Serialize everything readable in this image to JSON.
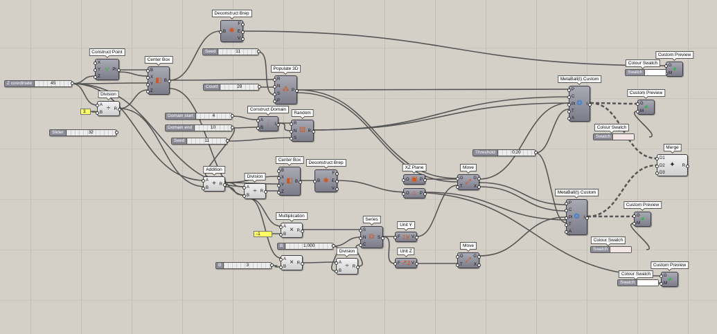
{
  "sliders": [
    {
      "id": "zcoord",
      "name": "Z coordinate",
      "value": "45"
    },
    {
      "id": "slider",
      "name": "Slider",
      "value": "32"
    },
    {
      "id": "seed1",
      "name": "Seed",
      "value": "11"
    },
    {
      "id": "count",
      "name": "Count",
      "value": "29"
    },
    {
      "id": "dstart",
      "name": "Domain start",
      "value": "4"
    },
    {
      "id": "dend",
      "name": "Domain end",
      "value": "10"
    },
    {
      "id": "seed2",
      "name": "Seed",
      "value": "11"
    },
    {
      "id": "threshold",
      "name": "Threshold",
      "value": "0.20"
    },
    {
      "id": "bstep",
      "name": "B",
      "value": "1.000"
    },
    {
      "id": "bthree",
      "name": "B",
      "value": "3"
    }
  ],
  "panels": [
    {
      "id": "p3",
      "value": "3"
    },
    {
      "id": "pm1",
      "value": "-1"
    }
  ],
  "components": [
    {
      "id": "decon1",
      "title": "Deconstruct Brep",
      "inputs": [
        "B"
      ],
      "outputs": [
        "F",
        "E",
        "V"
      ],
      "icon": "✺"
    },
    {
      "id": "cpt",
      "title": "Construct Point",
      "inputs": [
        "X",
        "Y",
        "Z"
      ],
      "outputs": [
        "Pt"
      ],
      "icon": "⋎"
    },
    {
      "id": "cbox1",
      "title": "Center Box",
      "inputs": [
        "B",
        "X",
        "Y",
        "Z"
      ],
      "outputs": [
        "B"
      ],
      "icon": "◧"
    },
    {
      "id": "div1",
      "title": "Division",
      "inputs": [
        "A",
        "B"
      ],
      "outputs": [
        "R"
      ],
      "icon": "÷",
      "light": true
    },
    {
      "id": "pop",
      "title": "Populate 3D",
      "inputs": [
        "R",
        "N",
        "S",
        "P"
      ],
      "outputs": [
        "P"
      ],
      "icon": "⁂"
    },
    {
      "id": "cdom",
      "title": "Construct Domain",
      "inputs": [
        "A",
        "B"
      ],
      "outputs": [
        "I"
      ],
      "icon": "⫶"
    },
    {
      "id": "rand",
      "title": "Random",
      "inputs": [
        "R",
        "N",
        "S"
      ],
      "outputs": [
        "R"
      ],
      "icon": "⚄"
    },
    {
      "id": "add",
      "title": "Addition",
      "inputs": [
        "A",
        "B"
      ],
      "outputs": [
        "R"
      ],
      "icon": "+",
      "light": true
    },
    {
      "id": "div2",
      "title": "Division",
      "inputs": [
        "A",
        "B"
      ],
      "outputs": [
        "R"
      ],
      "icon": "÷",
      "light": true
    },
    {
      "id": "cbox2",
      "title": "Center Box",
      "inputs": [
        "B",
        "X",
        "Y",
        "Z"
      ],
      "outputs": [
        "B"
      ],
      "icon": "◧"
    },
    {
      "id": "decon2",
      "title": "Deconstruct Brep",
      "inputs": [
        "B"
      ],
      "outputs": [
        "F",
        "E",
        "V"
      ],
      "icon": "✺"
    },
    {
      "id": "xz",
      "title": "XZ Plane",
      "inputs": [
        "O"
      ],
      "outputs": [
        "P"
      ],
      "icon": "▣"
    },
    {
      "id": "yz",
      "title": "",
      "inputs": [
        "O"
      ],
      "outputs": [
        "P"
      ],
      "icon": "⌂"
    },
    {
      "id": "move1",
      "title": "Move",
      "inputs": [
        "G",
        "T"
      ],
      "outputs": [
        "G",
        "X"
      ],
      "icon": "⤢"
    },
    {
      "id": "mult1",
      "title": "Multiplication",
      "inputs": [
        "A",
        "B"
      ],
      "outputs": [
        "R"
      ],
      "icon": "×",
      "light": true
    },
    {
      "id": "series",
      "title": "Series",
      "inputs": [
        "S",
        "N",
        "C"
      ],
      "outputs": [
        "S"
      ],
      "icon": "⧉"
    },
    {
      "id": "unity",
      "title": "Unit Y",
      "inputs": [
        "F"
      ],
      "outputs": [
        "V"
      ],
      "icon": "↕y"
    },
    {
      "id": "unitz",
      "title": "Unit Z",
      "inputs": [
        "F"
      ],
      "outputs": [
        "V"
      ],
      "icon": "↗z"
    },
    {
      "id": "mult2",
      "title": "",
      "inputs": [
        "A",
        "B"
      ],
      "outputs": [
        "R"
      ],
      "icon": "×",
      "light": true
    },
    {
      "id": "div3",
      "title": "Division",
      "inputs": [
        "A",
        "B"
      ],
      "outputs": [
        "R"
      ],
      "icon": "÷",
      "light": true
    },
    {
      "id": "move2",
      "title": "Move",
      "inputs": [
        "G",
        "T"
      ],
      "outputs": [
        "G",
        "X"
      ],
      "icon": "⤢"
    },
    {
      "id": "meta1",
      "title": "MetaBall(t) Custom",
      "inputs": [
        "P",
        "C",
        "Pl",
        "T",
        "A"
      ],
      "outputs": [
        "I"
      ],
      "icon": "❂"
    },
    {
      "id": "meta2",
      "title": "MetaBall(t) Custom",
      "inputs": [
        "P",
        "C",
        "Pl",
        "T",
        "A"
      ],
      "outputs": [
        "I"
      ],
      "icon": "❂"
    },
    {
      "id": "cp1",
      "title": "Custom Preview",
      "inputs": [
        "G",
        "M"
      ],
      "outputs": [],
      "icon": "◕"
    },
    {
      "id": "cp2",
      "title": "Custom Preview",
      "inputs": [
        "G",
        "M"
      ],
      "outputs": [],
      "icon": "◕"
    },
    {
      "id": "merge",
      "title": "Merge",
      "inputs": [
        "D1",
        "D2",
        "D3"
      ],
      "outputs": [
        "R"
      ],
      "icon": "✦",
      "light": true
    },
    {
      "id": "cp3",
      "title": "Custom Preview",
      "inputs": [
        "G",
        "M"
      ],
      "outputs": [],
      "icon": "◕"
    },
    {
      "id": "cp4",
      "title": "Custom Preview",
      "inputs": [
        "G",
        "M"
      ],
      "outputs": [],
      "icon": "◕"
    }
  ],
  "swatches": [
    {
      "id": "sw1",
      "title": "Colour Swatch",
      "name": "Swatch",
      "color": "#ffffff"
    },
    {
      "id": "sw2",
      "title": "Colour Swatch",
      "name": "Swatch",
      "color": "#f3e6e4"
    },
    {
      "id": "sw3",
      "title": "Colour Swatch",
      "name": "Swatch",
      "color": "#f3e6e4"
    },
    {
      "id": "sw4",
      "title": "Colour Swatch",
      "name": "Swatch",
      "color": "#ffffff"
    }
  ],
  "colors": {
    "canvas": "#d4d0c8",
    "wire": "#555555",
    "panel": "#ffff66"
  }
}
